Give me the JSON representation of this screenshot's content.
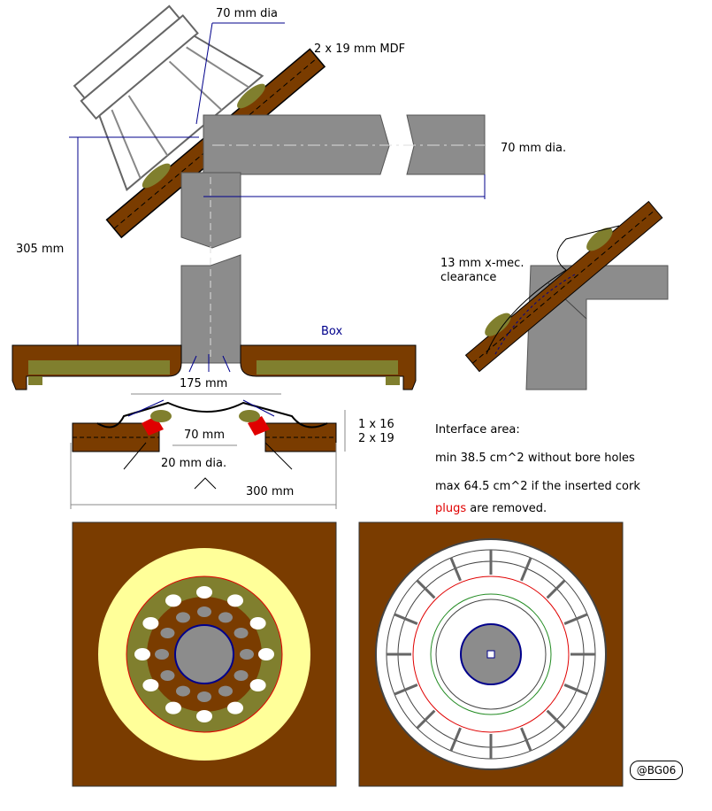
{
  "labels": {
    "outlet_dia_top": "70 mm dia",
    "mdf": "2 x 19 mm MDF",
    "pipe_dia": "70 mm dia.",
    "height": "305 mm",
    "box": "Box",
    "clearance_line1": "13 mm x-mec.",
    "clearance_line2": "clearance",
    "width_175": "175 mm",
    "dim_70": "70 mm",
    "dim_20": "20 mm dia.",
    "dim_300": "300 mm",
    "layer_1": "1 x 16",
    "layer_2": "2 x 19"
  },
  "notes": {
    "heading": "Interface area:",
    "min": "min 38.5 cm^2 without bore holes",
    "max": "max 64.5 cm^2 if the inserted cork",
    "plugs_word": "plugs",
    "removed": " are removed."
  },
  "signature": "@BG06",
  "colors": {
    "wood": "#7a3c00",
    "olive": "#807f2e",
    "pipe": "#8c8c8c",
    "yellow": "#ffff99",
    "plug": "#e00000",
    "blue": "#00008b"
  }
}
